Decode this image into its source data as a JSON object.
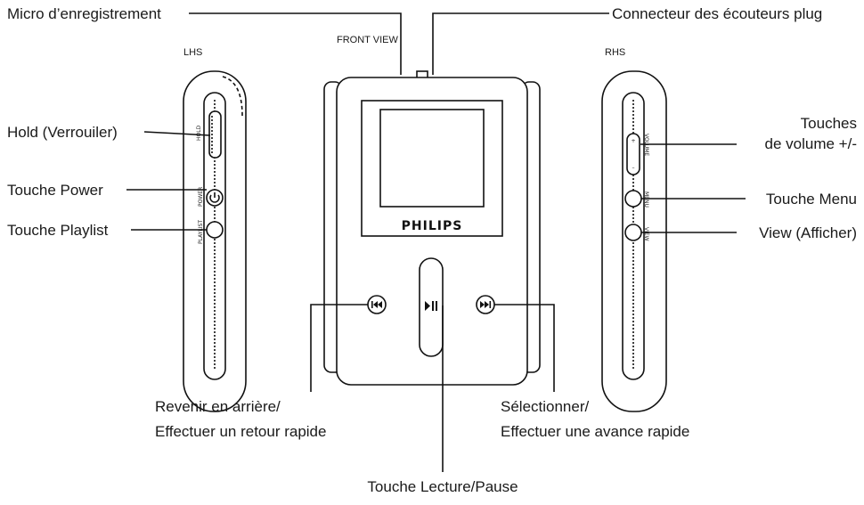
{
  "views": {
    "lhs": "LHS",
    "front": "FRONT VIEW",
    "rhs": "RHS"
  },
  "callouts": {
    "micro": "Micro d’enregistrement",
    "headphone": "Connecteur des écouteurs plug",
    "hold": "Hold (Verrouiler)",
    "power": "Touche Power",
    "playlist": "Touche Playlist",
    "volume_line1": "Touches",
    "volume_line2": "de volume +/-",
    "menu": "Touche Menu",
    "view": "View (Afficher)",
    "rewind_line1": "Revenir en arrière/",
    "rewind_line2": "Effectuer un retour rapide",
    "forward_line1": "Sélectionner/",
    "forward_line2": "Effectuer une avance rapide",
    "play": "Touche Lecture/Pause"
  },
  "device": {
    "brand": "PHILIPS",
    "lhs_labels": {
      "hold": "HOLD",
      "power": "POWER",
      "playlist": "PLAYLIST"
    },
    "rhs_labels": {
      "volume": "VOLUME",
      "menu": "MENU",
      "view": "VIEW"
    }
  },
  "icons": {
    "rewind": "rewind-icon",
    "forward": "fast-forward-icon",
    "play_pause": "play-pause-icon",
    "power": "power-icon"
  }
}
